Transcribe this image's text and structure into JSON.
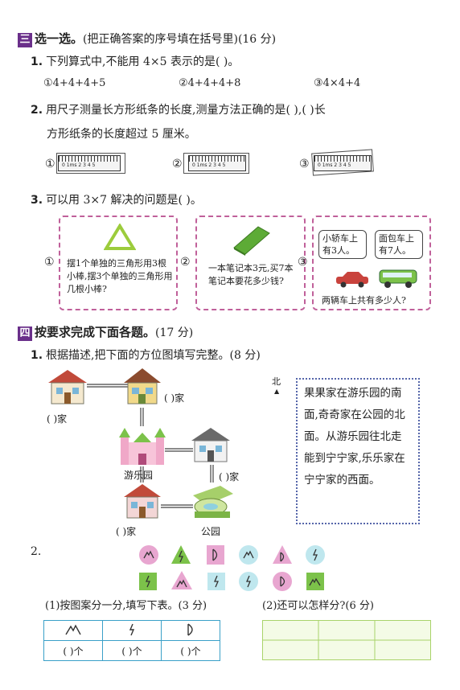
{
  "section3": {
    "badge": "三",
    "title": "选一选。",
    "sub": "(把正确答案的序号填在括号里)(16 分)",
    "q1": {
      "num": "1.",
      "text": "下列算式中,不能用 4×5 表示的是(    )。",
      "opt1": "①4+4+4+5",
      "opt2": "②4+4+4+8",
      "opt3": "③4×4+4"
    },
    "q2": {
      "num": "2.",
      "line1": "用尺子测量长方形纸条的长度,测量方法正确的是(      ),(      )长",
      "line2": "方形纸条的长度超过 5 厘米。",
      "marks": [
        "①",
        "②",
        "③"
      ],
      "ruler_nums": "0  1ms 2  3  4  5"
    },
    "q3": {
      "num": "3.",
      "text": "可以用 3×7 解决的问题是(      )。",
      "marks": [
        "①",
        "②",
        "③"
      ],
      "card1": "摆1个单独的三角形用3根小棒,摆3个单独的三角形用几根小棒?",
      "card2": "一本笔记本3元,买7本笔记本要花多少钱?",
      "bubble1": "小轿车上有3人。",
      "bubble2": "面包车上有7人。",
      "card3_q": "两辆车上共有多少人?"
    }
  },
  "section4": {
    "badge": "四",
    "title": "按要求完成下面各题。",
    "sub": "(17 分)",
    "q1": {
      "num": "1.",
      "text": "根据描述,把下面的方位图填写完整。(8 分)",
      "north": "北",
      "labels": {
        "top_right": "(      )家",
        "left": "(      )家",
        "park": "游乐园",
        "right_mid": "(      )家",
        "bottom_left": "(      )家",
        "bottom_right": "公园"
      },
      "description": "果果家在游乐园的南面,奇奇家在公园的北面。从游乐园往北走能到宁宁家,乐乐家在宁宁家的西面。"
    },
    "q2": {
      "num": "2.",
      "sub1": "(1)按图案分一分,填写下表。(3 分)",
      "sub2": "(2)还可以怎样分?(6 分)",
      "table_headers": [
        "mountain-pattern",
        "lightning-pattern",
        "moon-pattern"
      ],
      "table_cells": [
        "(    )个",
        "(    )个",
        "(    )个"
      ],
      "colors": {
        "pink": "#e8a6d0",
        "green": "#7cc24a",
        "cyan": "#bfe7ee"
      }
    }
  }
}
